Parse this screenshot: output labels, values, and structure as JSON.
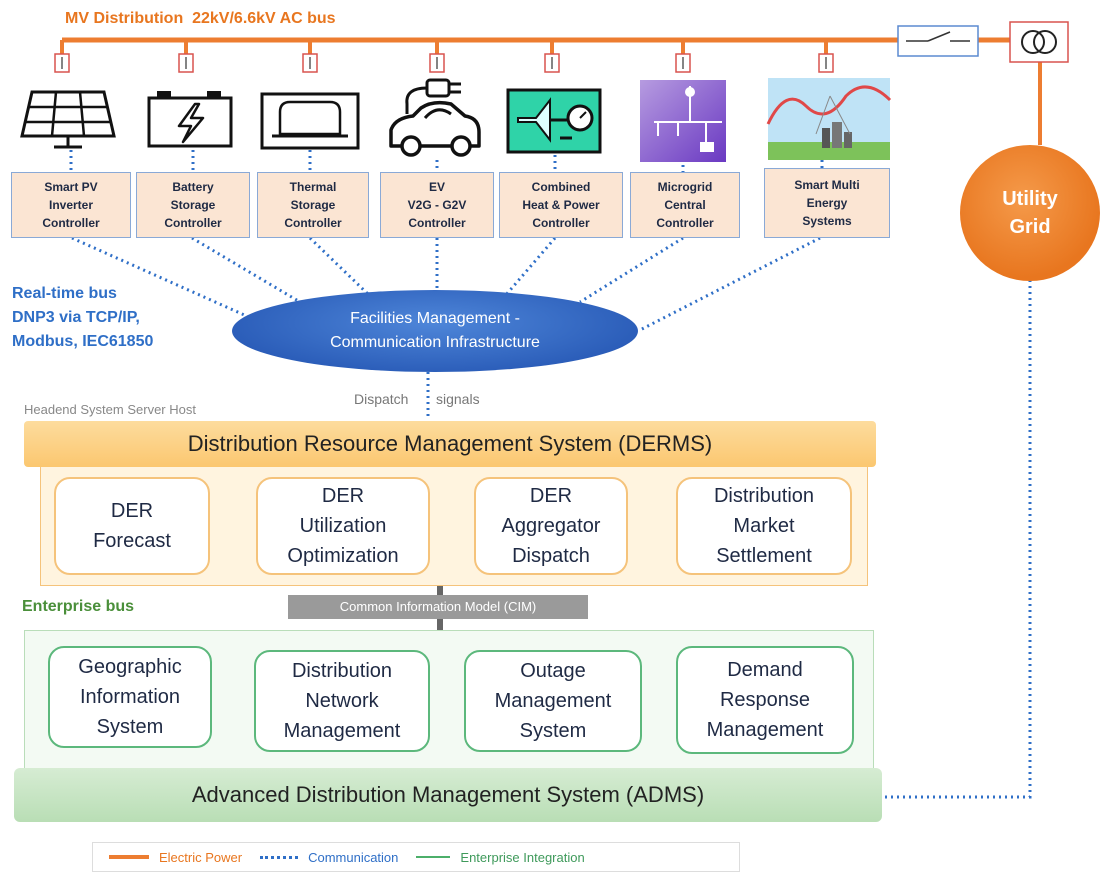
{
  "top_bus": {
    "label": "MV Distribution  22kV/6.6kV AC bus"
  },
  "controllers": [
    {
      "label": "Smart PV\nInverter\nController",
      "icon": "solar-panel-icon"
    },
    {
      "label": "Battery\nStorage\nController",
      "icon": "battery-icon"
    },
    {
      "label": "Thermal\nStorage\nController",
      "icon": "thermal-tank-icon"
    },
    {
      "label": "EV\nV2G - G2V\nController",
      "icon": "ev-car-icon"
    },
    {
      "label": "Combined\nHeat & Power\nController",
      "icon": "turbine-icon"
    },
    {
      "label": "Microgrid\nCentral\nController",
      "icon": "microgrid-icon"
    },
    {
      "label": "Smart Multi\nEnergy\nSystems",
      "icon": "city-energy-icon"
    }
  ],
  "utility_grid": {
    "label": "Utility\nGrid"
  },
  "realtime_bus": {
    "label": "Real-time bus\nDNP3 via TCP/IP,\nModbus, IEC61850"
  },
  "facilities": {
    "label": "Facilities Management -\nCommunication Infrastructure"
  },
  "dispatch": {
    "left": "Dispatch",
    "right": "signals"
  },
  "headend": {
    "label": "Headend System Server Host"
  },
  "derms": {
    "title": "Distribution Resource Management System (DERMS)",
    "modules": [
      "DER\nForecast",
      "DER\nUtilization\nOptimization",
      "DER\nAggregator\nDispatch",
      "Distribution\nMarket\nSettlement"
    ]
  },
  "enterprise_bus": {
    "label": "Enterprise bus"
  },
  "cim": {
    "label": "Common Information Model (CIM)"
  },
  "adms": {
    "title": "Advanced Distribution Management System (ADMS)",
    "modules": [
      "Geographic\nInformation\nSystem",
      "Distribution\nNetwork\nManagement",
      "Outage\nManagement\nSystem",
      "Demand\nResponse\nManagement"
    ]
  },
  "legend": {
    "electric": "Electric Power",
    "communication": "Communication",
    "enterprise": "Enterprise Integration"
  },
  "colors": {
    "power": "#ed7d31",
    "comm": "#2f6fc7",
    "enterprise": "#4caf6a",
    "derms_band": "#fcd38c",
    "adms_band": "#cfe8cf",
    "grid": "#e8761f"
  }
}
